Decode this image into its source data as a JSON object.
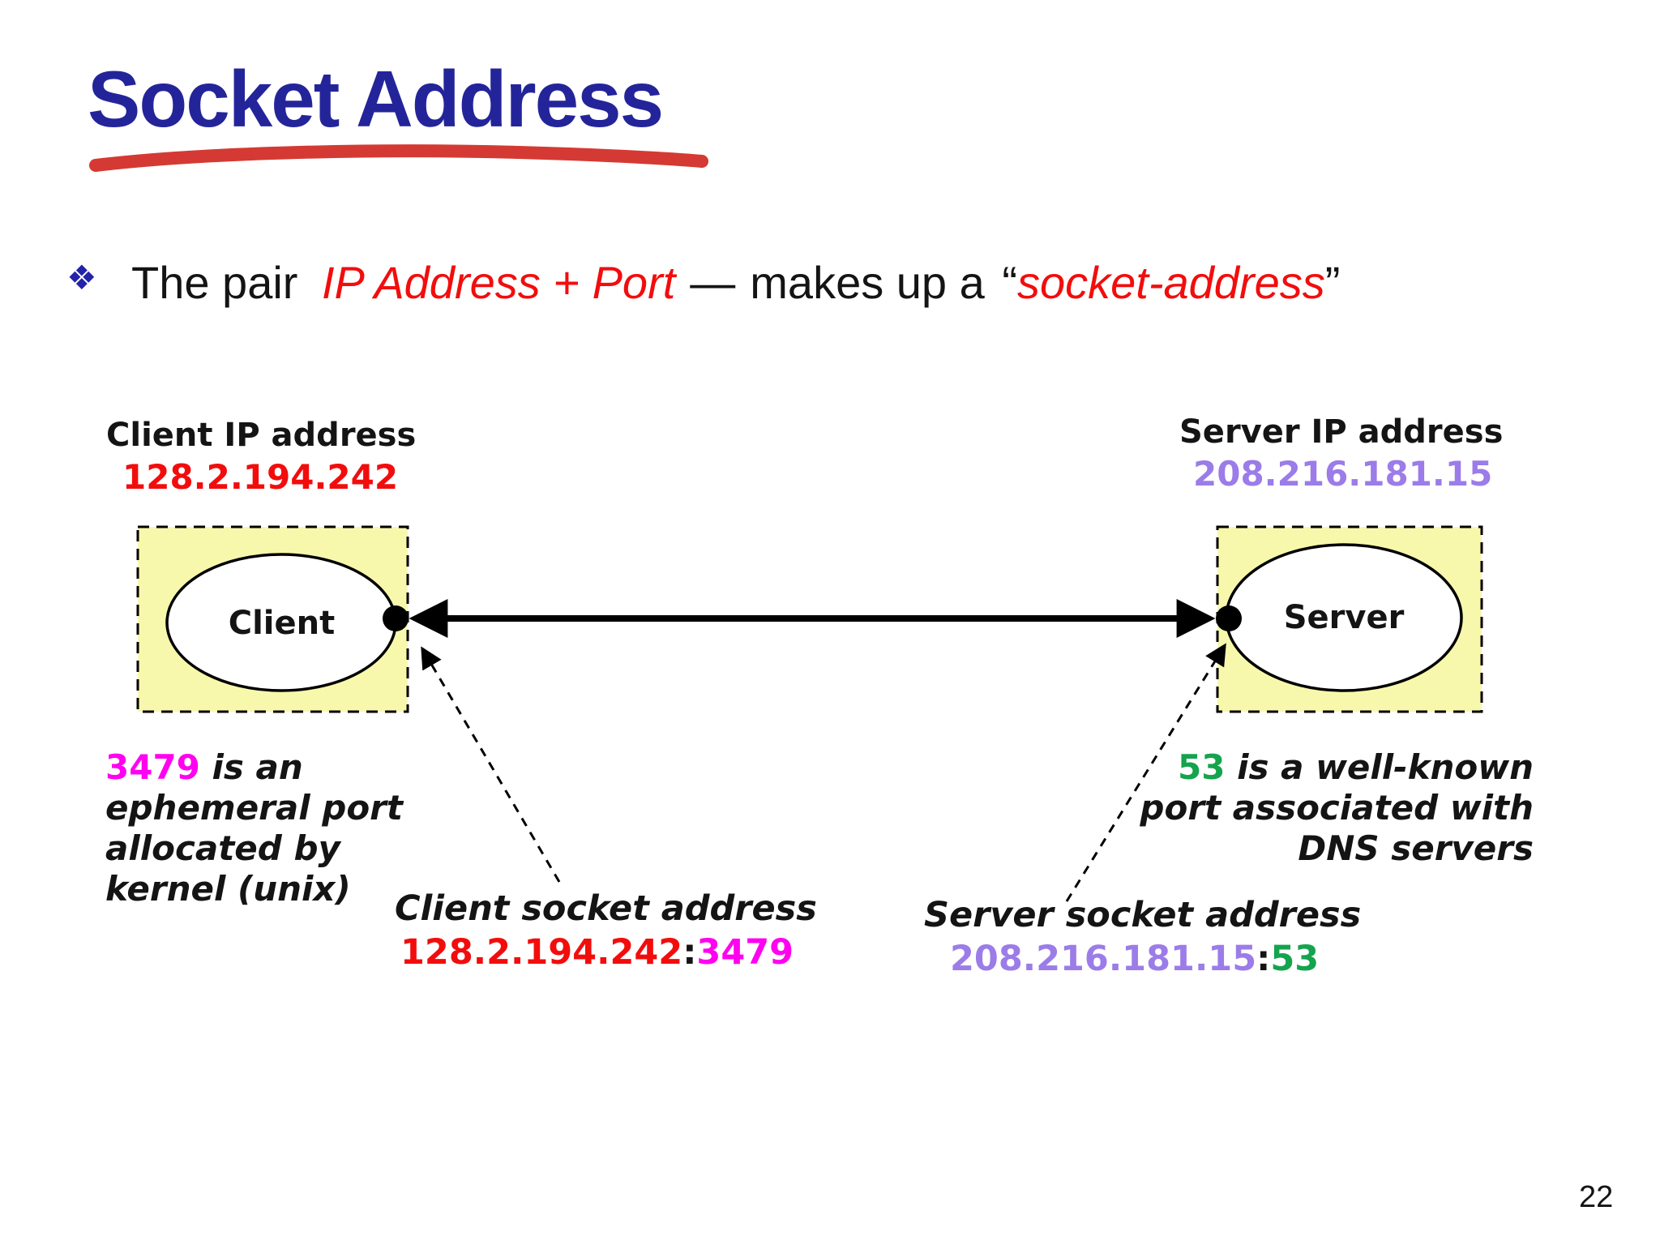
{
  "title": {
    "text": "Socket Address"
  },
  "bullet": {
    "icon": "❖",
    "t1": "The pair ",
    "t2": "IP Address + Port",
    "t3": "—",
    "t4": "makes up a ",
    "q_open": "“",
    "t5": "socket-address",
    "q_close": "”"
  },
  "client": {
    "ip_label": "Client IP address",
    "ip": "128.2.194.242",
    "node_label": "Client"
  },
  "client_note": {
    "port": "3479",
    "line1_rest": " is an",
    "line2": "ephemeral port",
    "line3": "allocated by",
    "line4": "kernel (unix)"
  },
  "client_socket": {
    "label": "Client socket address",
    "ip": "128.2.194.242",
    "colon": ":",
    "port": "3479"
  },
  "server": {
    "ip_label": "Server IP address",
    "ip": "208.216.181.15",
    "node_label": "Server"
  },
  "server_note": {
    "port": "53",
    "line1_rest": " is a well-known",
    "line2": "port associated with",
    "line3": "DNS servers"
  },
  "server_socket": {
    "label": "Server socket address",
    "ip": "208.216.181.15",
    "colon": ":",
    "port": "53"
  },
  "page": {
    "number": "22"
  },
  "colors": {
    "title_blue": "#24249a",
    "underline_red": "#d43a33",
    "accent_red": "#f20d0d",
    "port_magenta": "#ff00f0",
    "ip_purple": "#9b7ce8",
    "port_green": "#14a44e",
    "node_box_yellow": "#f8f8ad",
    "bullet_blue": "#2222aa",
    "line_black": "#000000"
  }
}
